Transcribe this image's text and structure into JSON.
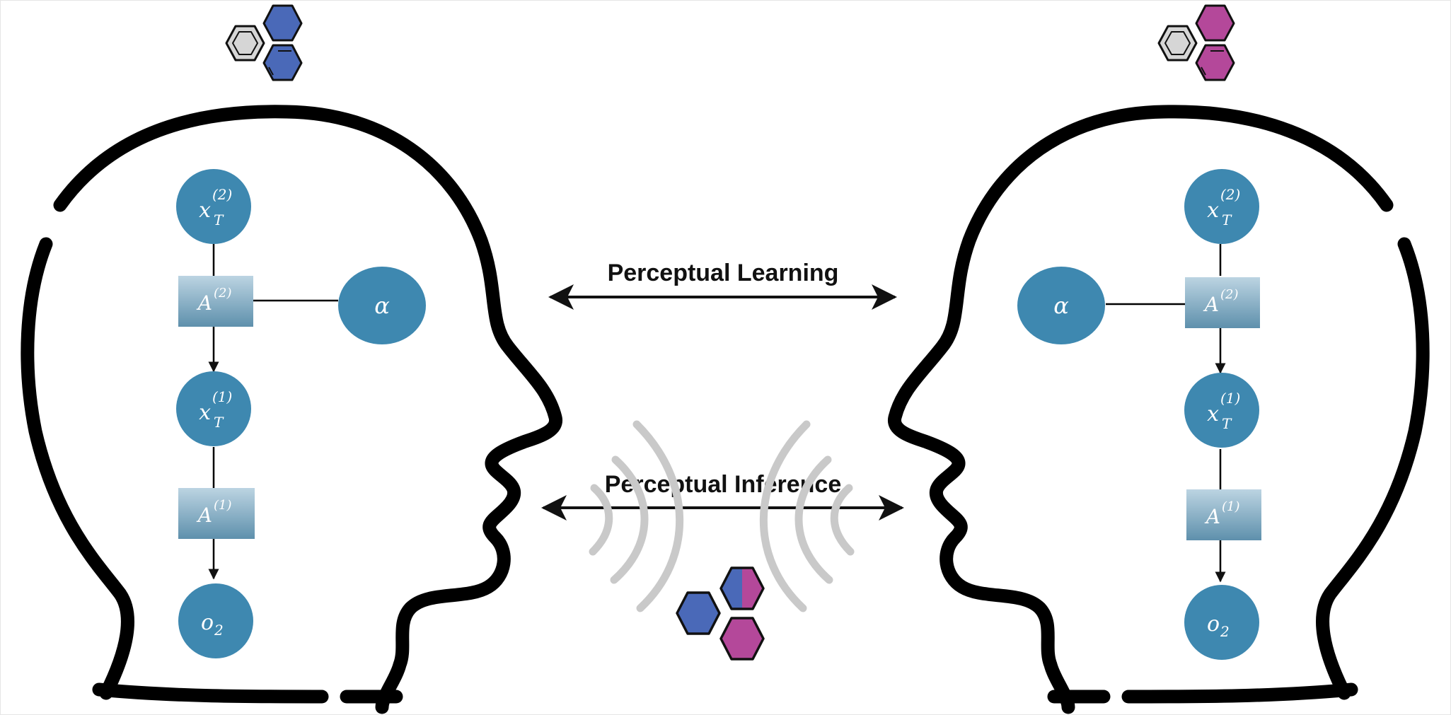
{
  "labels": {
    "learning": "Perceptual Learning",
    "inference": "Perceptual Inference"
  },
  "left_agent": {
    "nodes": {
      "x2": {
        "base": "x",
        "sub": "T",
        "sup": "(2)"
      },
      "a2": {
        "base": "A",
        "sup": "(2)"
      },
      "alpha": {
        "base": "α"
      },
      "x1": {
        "base": "x",
        "sub": "T",
        "sup": "(1)"
      },
      "a1": {
        "base": "A",
        "sup": "(1)"
      },
      "o2": {
        "base": "o",
        "sub": "2"
      }
    },
    "molecule_color": "#4a69b8"
  },
  "right_agent": {
    "nodes": {
      "x2": {
        "base": "x",
        "sub": "T",
        "sup": "(2)"
      },
      "a2": {
        "base": "A",
        "sup": "(2)"
      },
      "alpha": {
        "base": "α"
      },
      "x1": {
        "base": "x",
        "sub": "T",
        "sup": "(1)"
      },
      "a1": {
        "base": "A",
        "sup": "(1)"
      },
      "o2": {
        "base": "o",
        "sub": "2"
      }
    },
    "molecule_color": "#b4489a"
  },
  "colors": {
    "node_fill": "#3e88b0",
    "factor_top": "#b8d1e0",
    "factor_bottom": "#5f91ad",
    "gray_ring": "#c8c8c8",
    "gray_hex": "#d6d6d6",
    "blue_hex": "#4a69b8",
    "pink_hex": "#b4489a"
  }
}
